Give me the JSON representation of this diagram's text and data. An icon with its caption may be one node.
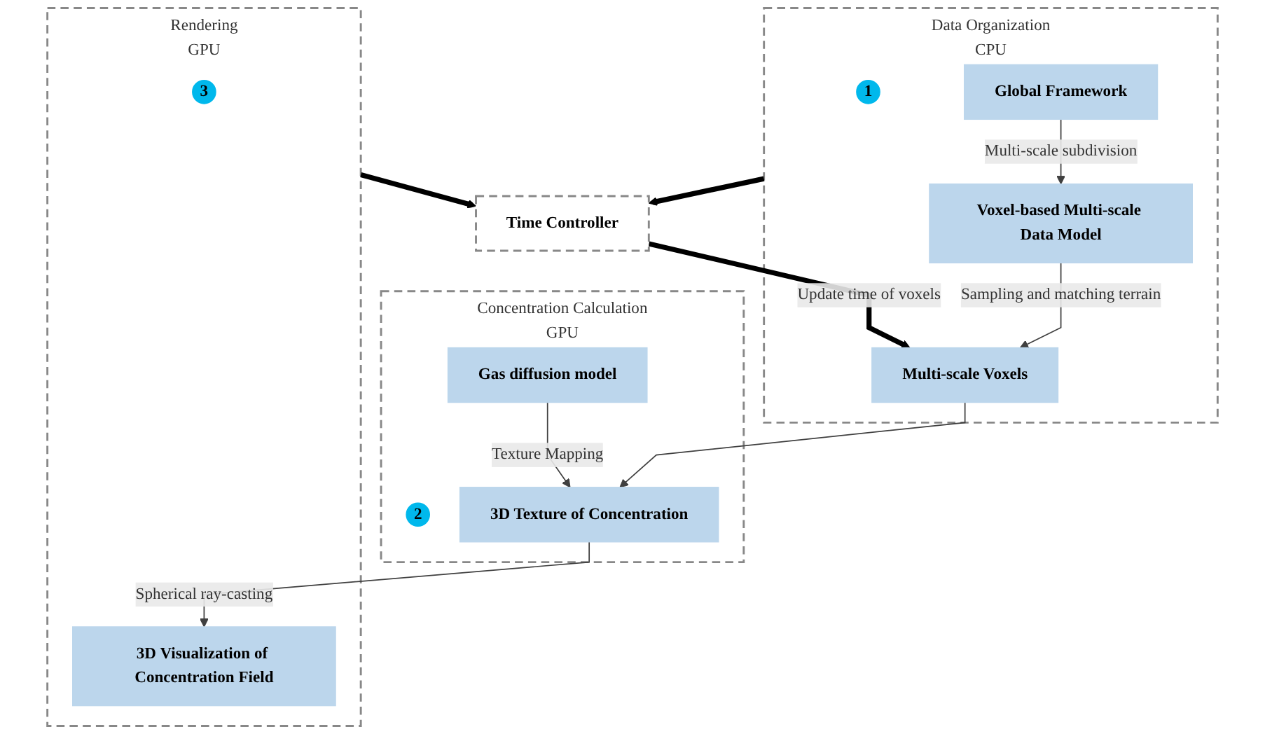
{
  "diagram": {
    "nodes": [
      {
        "text": [
          "Data Organization",
          "CPU"
        ]
      },
      {
        "text": [
          "1"
        ],
        "in": 0
      },
      {
        "text": [
          "Global Framework"
        ],
        "in": 0
      },
      {
        "text": [
          "Voxel-based Multi-scale Data Model"
        ],
        "in": 0
      },
      {
        "text": [
          "Multi-scale Voxels"
        ],
        "in": 0
      },
      {
        "text": [
          "Time  Controller"
        ]
      },
      {
        "text": [
          "Concentration  Calculation",
          "GPU"
        ]
      },
      {
        "text": [
          "2"
        ],
        "in": 6
      },
      {
        "text": [
          "Gas diffusion model"
        ],
        "in": 6
      },
      {
        "text": [
          "3D Texture of Concentration"
        ],
        "in": 6
      },
      {
        "text": [
          "Rendering",
          "GPU"
        ]
      },
      {
        "text": [
          "3"
        ],
        "in": 10
      },
      {
        "text": [
          "3D Visualization of Concentration Field"
        ],
        "in": 10
      }
    ],
    "edges": [
      {
        "from": 2,
        "to": 3,
        "arrow": "to",
        "label": "Multi-scale subdivision"
      },
      {
        "from": 3,
        "to": 4,
        "arrow": "to",
        "label": "Sampling and matching terrain"
      },
      {
        "from": 0,
        "to": 5,
        "arrow": "to",
        "style": "thick",
        "color": "#000000"
      },
      {
        "from": 5,
        "to": 4,
        "arrow": "to",
        "label": "Update time  of voxels",
        "style": "thick",
        "color": "#000000"
      },
      {
        "from": 4,
        "to": 9,
        "arrow": "to"
      },
      {
        "from": 8,
        "to": 9,
        "arrow": "to",
        "label": "Texture Mapping"
      },
      {
        "from": 9,
        "to": 12,
        "arrow": "to",
        "label": "Spherical ray-casting"
      },
      {
        "from": 10,
        "to": 5,
        "arrow": "to",
        "style": "thick",
        "color": "#000000"
      }
    ]
  }
}
